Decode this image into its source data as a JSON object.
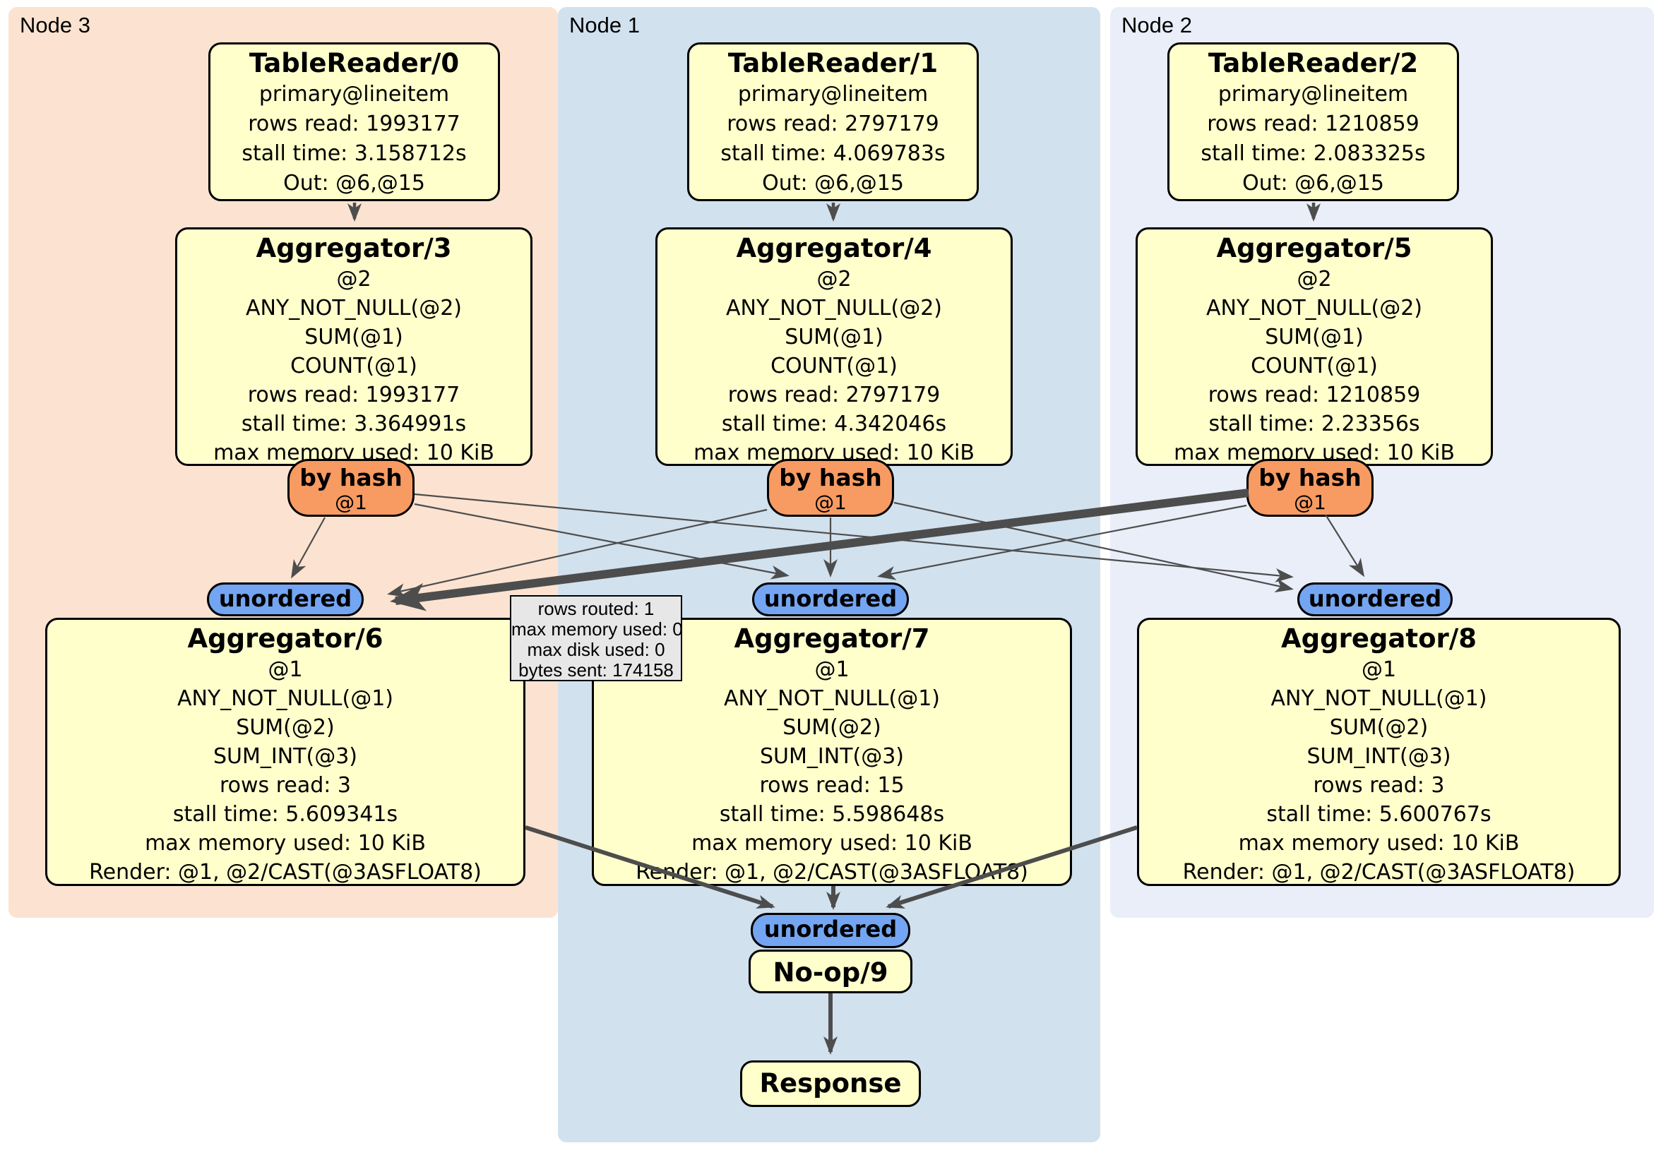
{
  "panels": {
    "node3": {
      "label": "Node 3",
      "bg": "#fce3d1"
    },
    "node1": {
      "label": "Node 1",
      "bg": "#d2e1ee"
    },
    "node2": {
      "label": "Node 2",
      "bg": "#e9eef8"
    }
  },
  "processors": {
    "tr0": {
      "title": "TableReader/0",
      "lines": [
        "primary@lineitem",
        "rows read: 1993177",
        "stall time: 3.158712s",
        "Out: @6,@15"
      ]
    },
    "tr1": {
      "title": "TableReader/1",
      "lines": [
        "primary@lineitem",
        "rows read: 2797179",
        "stall time: 4.069783s",
        "Out: @6,@15"
      ]
    },
    "tr2": {
      "title": "TableReader/2",
      "lines": [
        "primary@lineitem",
        "rows read: 1210859",
        "stall time: 2.083325s",
        "Out: @6,@15"
      ]
    },
    "agg3": {
      "title": "Aggregator/3",
      "lines": [
        "@2",
        "ANY_NOT_NULL(@2)",
        "SUM(@1)",
        "COUNT(@1)",
        "rows read: 1993177",
        "stall time: 3.364991s",
        "max memory used: 10 KiB"
      ]
    },
    "agg4": {
      "title": "Aggregator/4",
      "lines": [
        "@2",
        "ANY_NOT_NULL(@2)",
        "SUM(@1)",
        "COUNT(@1)",
        "rows read: 2797179",
        "stall time: 4.342046s",
        "max memory used: 10 KiB"
      ]
    },
    "agg5": {
      "title": "Aggregator/5",
      "lines": [
        "@2",
        "ANY_NOT_NULL(@2)",
        "SUM(@1)",
        "COUNT(@1)",
        "rows read: 1210859",
        "stall time: 2.23356s",
        "max memory used: 10 KiB"
      ]
    },
    "agg6": {
      "title": "Aggregator/6",
      "lines": [
        "@1",
        "ANY_NOT_NULL(@1)",
        "SUM(@2)",
        "SUM_INT(@3)",
        "rows read: 3",
        "stall time: 5.609341s",
        "max memory used: 10 KiB",
        "Render: @1, @2/CAST(@3ASFLOAT8)"
      ]
    },
    "agg7": {
      "title": "Aggregator/7",
      "lines": [
        "@1",
        "ANY_NOT_NULL(@1)",
        "SUM(@2)",
        "SUM_INT(@3)",
        "rows read: 15",
        "stall time: 5.598648s",
        "max memory used: 10 KiB",
        "Render: @1, @2/CAST(@3ASFLOAT8)"
      ]
    },
    "agg8": {
      "title": "Aggregator/8",
      "lines": [
        "@1",
        "ANY_NOT_NULL(@1)",
        "SUM(@2)",
        "SUM_INT(@3)",
        "rows read: 3",
        "stall time: 5.600767s",
        "max memory used: 10 KiB",
        "Render: @1, @2/CAST(@3ASFLOAT8)"
      ]
    },
    "noop": {
      "title": "No-op/9"
    },
    "response": {
      "title": "Response"
    }
  },
  "routers": {
    "hash3": {
      "label": "by hash",
      "detail": "@1"
    },
    "hash1": {
      "label": "by hash",
      "detail": "@1"
    },
    "hash2": {
      "label": "by hash",
      "detail": "@1"
    },
    "sync3": {
      "label": "unordered"
    },
    "sync1": {
      "label": "unordered"
    },
    "sync2": {
      "label": "unordered"
    },
    "syncFinal": {
      "label": "unordered"
    }
  },
  "tooltip": {
    "lines": [
      "rows routed: 1",
      "max memory used: 0",
      "max disk used: 0",
      "bytes sent: 174158"
    ]
  },
  "colors": {
    "box": "#ffffcc",
    "hash_pill": "#f79b62",
    "sync_pill": "#74a5f2",
    "edge": "#4d4d4d",
    "panel_node3": "#fce3d1",
    "panel_node1": "#d2e1ee",
    "panel_node2": "#e9eef8"
  }
}
